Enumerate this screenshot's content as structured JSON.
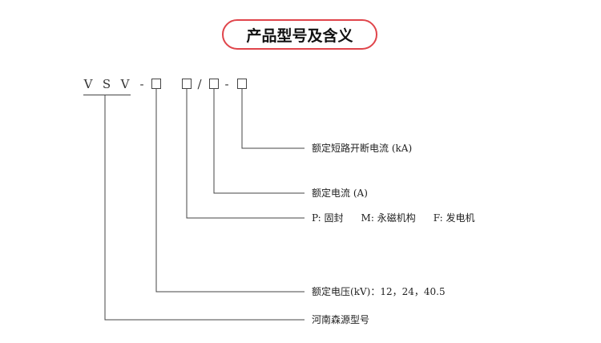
{
  "title": "产品型号及含义",
  "model_code": {
    "letters": [
      "V",
      "S",
      "V"
    ],
    "separators": [
      "-",
      "/",
      "-"
    ]
  },
  "descriptions": {
    "breaking_current": {
      "label": "额定短路开断电流",
      "unit": "(kA)"
    },
    "rated_current": {
      "label": "额定电流",
      "unit": "(A)"
    },
    "mechanism": {
      "options": [
        {
          "code": "P:",
          "name": "固封"
        },
        {
          "code": "M:",
          "name": "永磁机构"
        },
        {
          "code": "F:",
          "name": "发电机"
        }
      ]
    },
    "rated_voltage": {
      "label": "额定电压",
      "unit": "(kV)",
      "values": "：12，24，40.5"
    },
    "manufacturer": {
      "label": "河南森源型号"
    }
  },
  "colors": {
    "accent": "#e0454b",
    "line": "#444444"
  }
}
